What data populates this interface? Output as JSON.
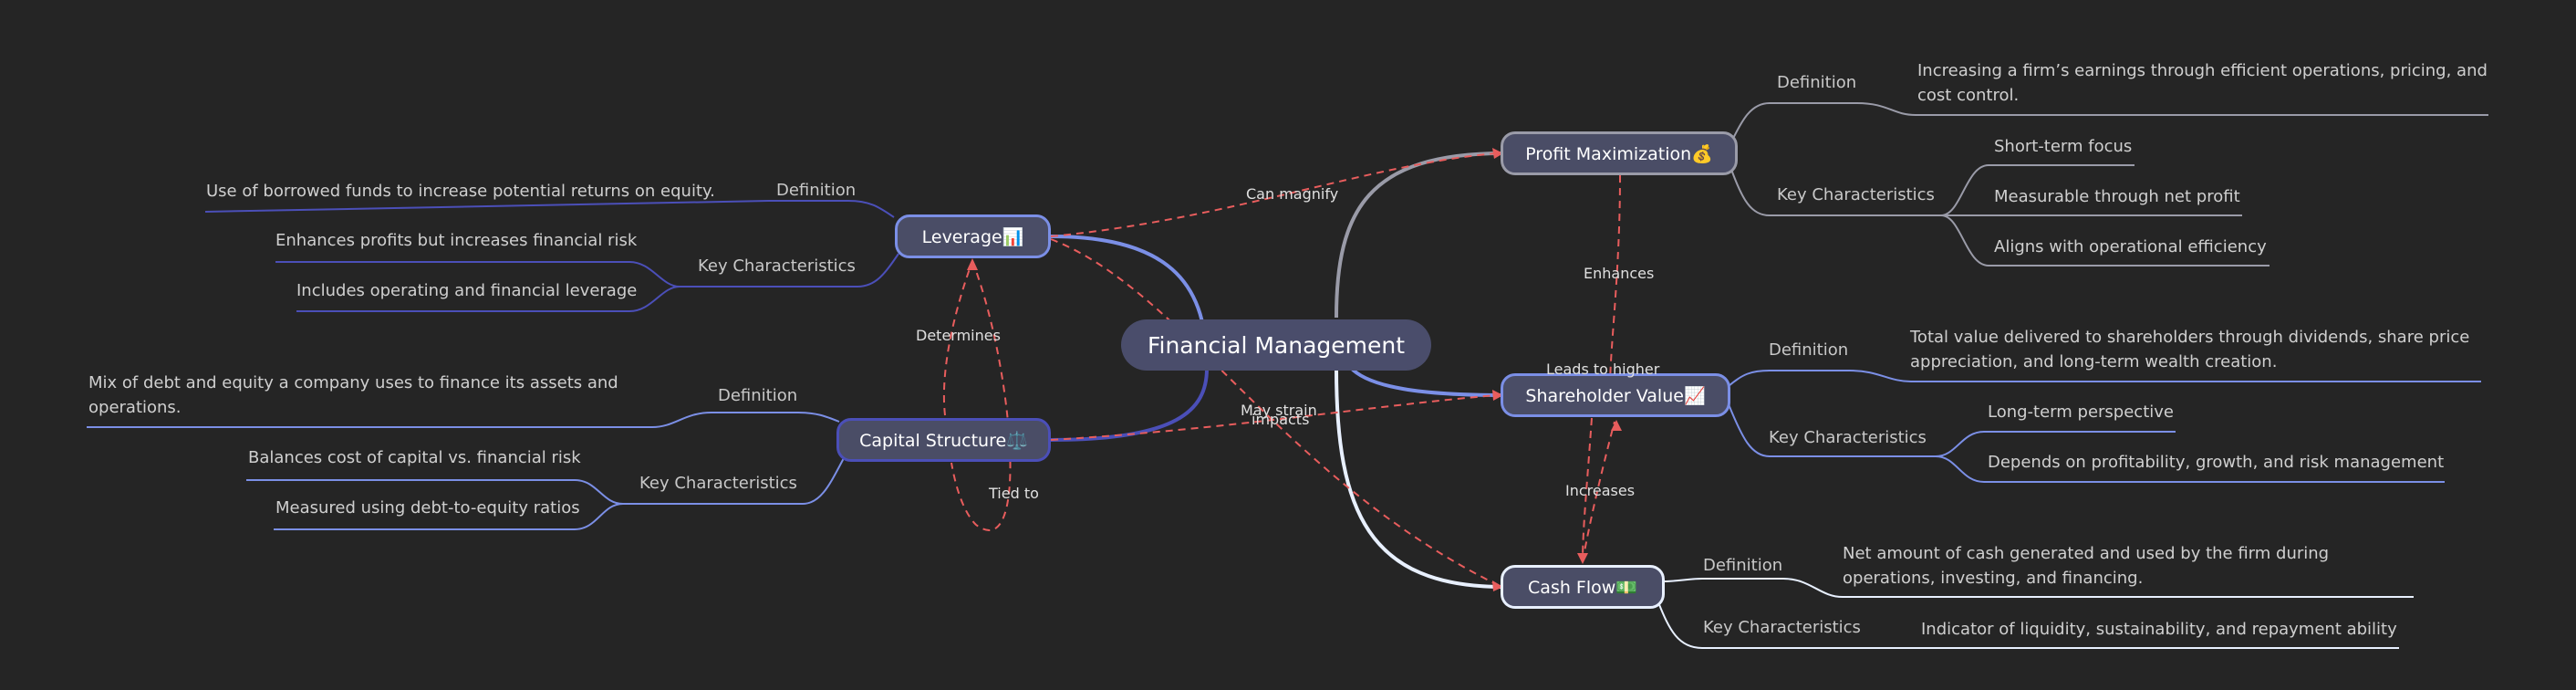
{
  "root": {
    "label": "Financial Management"
  },
  "colors": {
    "profit": "#9a9ba8",
    "shareholder": "#7b8fe6",
    "cash": "#e8f0ff",
    "leverage": "#7b8fe6",
    "capital": "#4b4fb8",
    "cross": "#e85d5d"
  },
  "branches": {
    "profit": {
      "label": "Profit Maximization💰",
      "definition_label": "Definition",
      "definition": "Increasing a firm’s earnings through efficient operations, pricing, and cost control.",
      "characteristics_label": "Key Characteristics",
      "characteristics": [
        "Short-term focus",
        "Measurable through net profit",
        "Aligns with operational efficiency"
      ]
    },
    "shareholder": {
      "label": "Shareholder Value📈",
      "definition_label": "Definition",
      "definition": "Total value delivered to shareholders through dividends, share price appreciation, and long-term wealth creation.",
      "characteristics_label": "Key Characteristics",
      "characteristics": [
        "Long-term perspective",
        "Depends on profitability, growth, and risk management"
      ]
    },
    "cash": {
      "label": "Cash Flow💵",
      "definition_label": "Definition",
      "definition": "Net amount of cash generated and used by the firm during operations, investing, and financing.",
      "characteristics_label": "Key Characteristics",
      "characteristics": [
        "Indicator of liquidity, sustainability, and repayment ability"
      ]
    },
    "leverage": {
      "label": "Leverage📊",
      "definition_label": "Definition",
      "definition": "Use of borrowed funds to increase potential returns on equity.",
      "characteristics_label": "Key Characteristics",
      "characteristics": [
        "Enhances profits but increases financial risk",
        "Includes operating and financial leverage"
      ]
    },
    "capital": {
      "label": "Capital Structure⚖️",
      "definition_label": "Definition",
      "definition": "Mix of debt and equity a company uses to finance its assets and operations.",
      "characteristics_label": "Key Characteristics",
      "characteristics": [
        "Balances cost of capital vs. financial risk",
        "Measured using debt-to-equity ratios"
      ]
    }
  },
  "relations": {
    "can_magnify": "Can magnify",
    "enhances": "Enhances",
    "leads_to_higher": "Leads to higher",
    "increases": "Increases",
    "may_strain": "May strain",
    "impacts": "impacts",
    "determines": "Determines",
    "tied_to": "Tied to"
  }
}
